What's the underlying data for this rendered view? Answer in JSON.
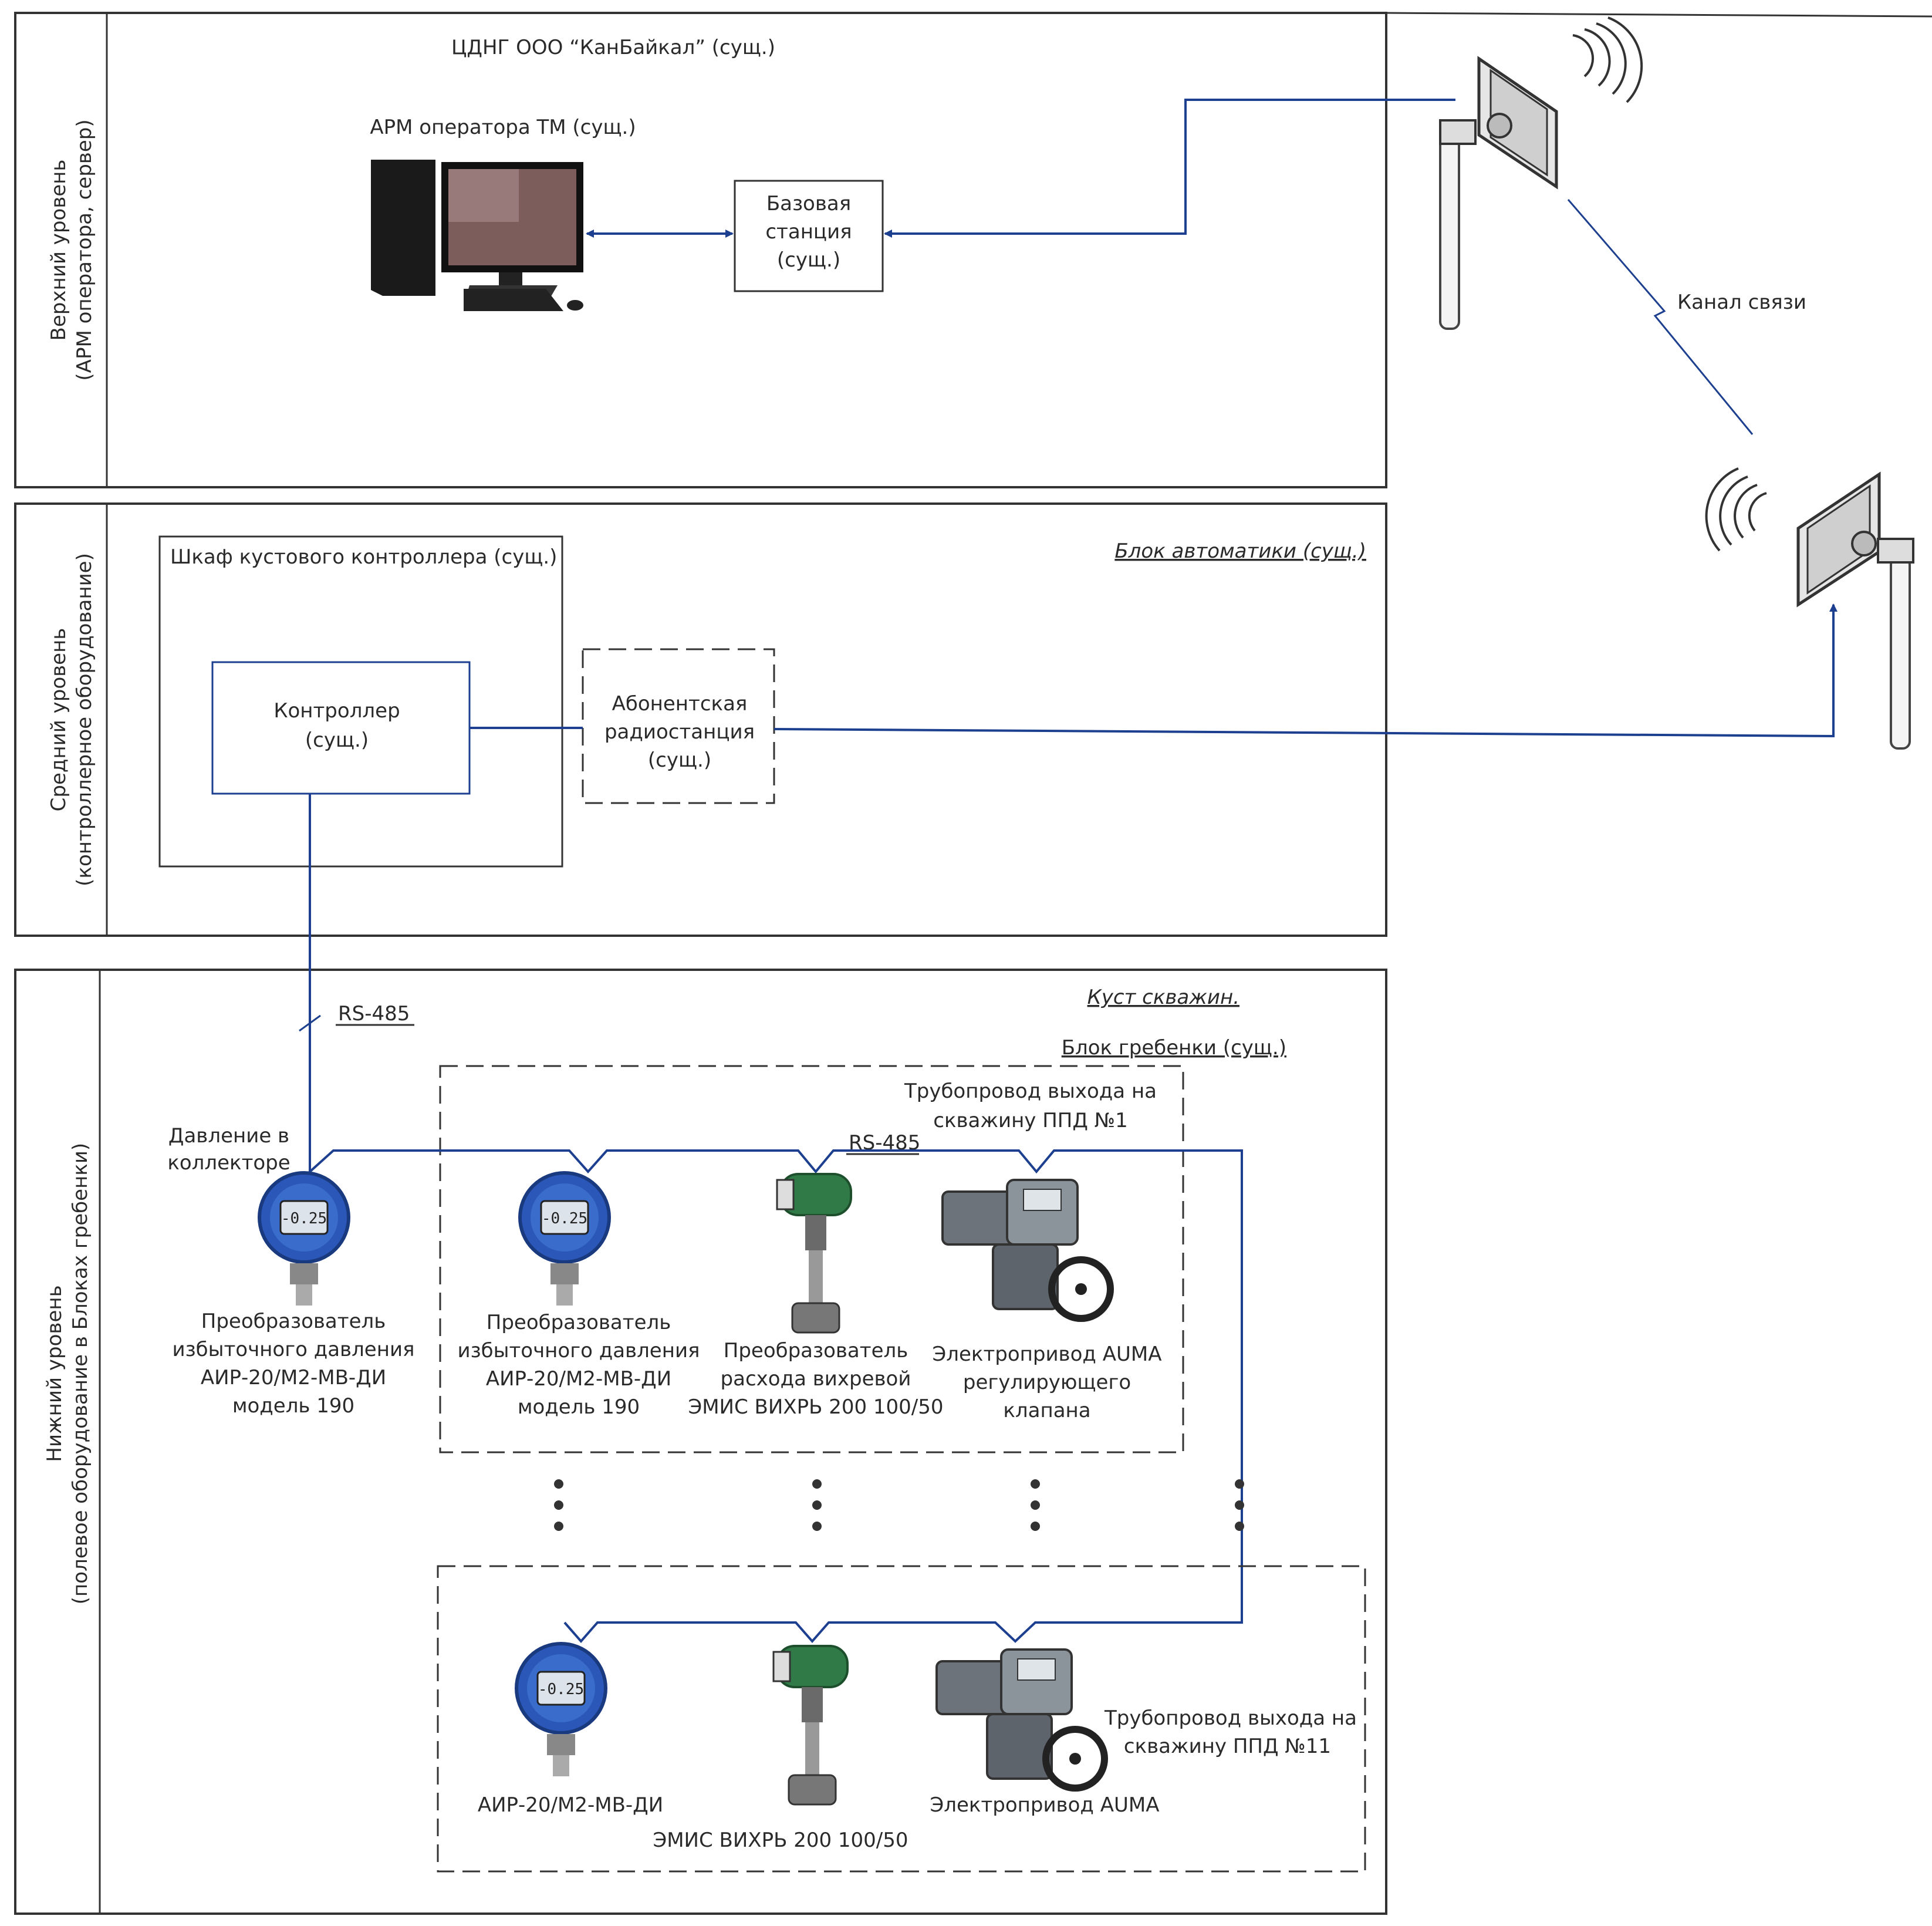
{
  "levels": {
    "upper": [
      "Верхний уровень",
      "(АРМ оператора, сервер)"
    ],
    "middle": [
      "Средний уровень",
      "(контроллерное оборудование)"
    ],
    "lower": [
      "Нижний уровень",
      "(полевое оборудование в Блоках гребенки)"
    ]
  },
  "upper": {
    "title": "ЦДНГ ООО “КанБайкал” (сущ.)",
    "arm_label": "АРМ оператора ТМ (сущ.)",
    "base_station": [
      "Базовая",
      "станция",
      "(сущ.)"
    ]
  },
  "link": {
    "channel_label": "Канал связи"
  },
  "middle": {
    "automation_block": "Блок автоматики (сущ.)",
    "cabinet": "Шкаф кустового контроллера (сущ.)",
    "controller": [
      "Контроллер",
      "(сущ.)"
    ],
    "radio": [
      "Абонентская",
      "радиостанция",
      "(сущ.)"
    ]
  },
  "lower": {
    "cluster": "Куст скважин.",
    "manifold": "Блок гребенки  (сущ.)",
    "rs485_vertical": "RS-485",
    "rs485_bus": "RS-485",
    "collector_pressure": [
      "Давление в",
      "коллекторе"
    ],
    "pipeline1": [
      "Трубопровод выхода на",
      "скважину ППД №1"
    ],
    "pipeline11": [
      "Трубопровод выхода на",
      "скважину ППД №11"
    ],
    "dev_pressure_left": [
      "Преобразователь",
      "избыточного давления",
      "АИР-20/М2-МВ-ДИ",
      "модель 190"
    ],
    "dev_pressure_1": [
      "Преобразователь",
      "избыточного давления",
      "АИР-20/М2-МВ-ДИ",
      "модель 190"
    ],
    "dev_flow_1": [
      "Преобразователь",
      "расхода вихревой",
      "ЭМИС ВИХРЬ 200 100/50"
    ],
    "dev_valve_1": [
      "Электропривод AUMA",
      "регулирующего",
      "клапана"
    ],
    "dev_pressure_11": "АИР-20/М2-МВ-ДИ",
    "dev_flow_11": "ЭМИС ВИХРЬ 200 100/50",
    "dev_valve_11": "Электропривод AUMA",
    "gauge_display": "-0.25"
  },
  "colors": {
    "line": "#1d3f8f",
    "frame": "#333333",
    "gauge_blue": "#2a57b8",
    "flow_green": "#2f7a46"
  }
}
